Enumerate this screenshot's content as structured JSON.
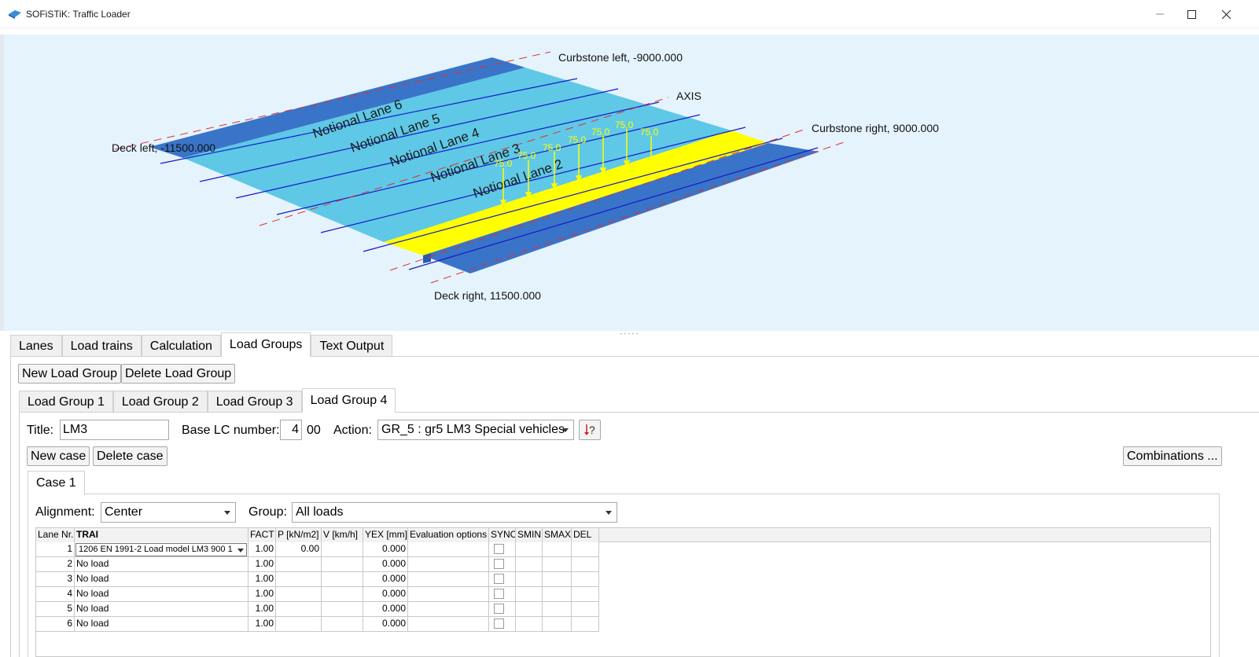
{
  "window": {
    "title": "SOFiSTiK: Traffic Loader"
  },
  "viewport": {
    "labels": {
      "curbstone_left": "Curbstone left, -9000.000",
      "axis": "AXIS",
      "curbstone_right": "Curbstone right, 9000.000",
      "deck_left": "Deck left, -11500.000",
      "deck_right": "Deck right, 11500.000"
    },
    "lanes": [
      "Notional Lane 6",
      "Notional Lane 5",
      "Notional Lane 4",
      "Notional Lane 3",
      "Notional Lane 2"
    ],
    "load_value": "75.0",
    "colors": {
      "background": "#e5f3fc",
      "deck": "#5ec8e6",
      "curb": "#3a74c8",
      "loaded_lane": "#ffff00",
      "lane_line": "#1818c8",
      "dashed_line": "#e03030"
    }
  },
  "main_tabs": [
    "Lanes",
    "Load trains",
    "Calculation",
    "Load Groups",
    "Text Output"
  ],
  "toolbar": {
    "new_group": "New Load Group",
    "delete_group": "Delete Load Group"
  },
  "group_tabs": [
    "Load Group 1",
    "Load Group 2",
    "Load Group 3",
    "Load Group 4"
  ],
  "form": {
    "title_label": "Title:",
    "title_value": "LM3",
    "base_lc_label": "Base LC number:",
    "base_lc_value": "4",
    "base_lc_suffix": "00",
    "action_label": "Action:",
    "action_value": "GR_5 : gr5 LM3 Special vehicles",
    "new_case": "New case",
    "delete_case": "Delete case",
    "combinations": "Combinations ..."
  },
  "case_tab": "Case 1",
  "case": {
    "alignment_label": "Alignment:",
    "alignment_value": "Center",
    "group_label": "Group:",
    "group_value": "All loads"
  },
  "table": {
    "headers": [
      "Lane Nr.",
      "TRAI",
      "FACT",
      "P [kN/m2]",
      "V [km/h]",
      "YEX [mm]",
      "Evaluation options",
      "SYNC",
      "SMIN",
      "SMAX",
      "DEL"
    ],
    "rows": [
      {
        "lane": "1",
        "trai": "1206 EN 1991-2 Load model LM3 900 1",
        "fact": "1.00",
        "p": "0.00",
        "v": "",
        "yex": "0.000"
      },
      {
        "lane": "2",
        "trai": "No load",
        "fact": "1.00",
        "p": "",
        "v": "",
        "yex": "0.000"
      },
      {
        "lane": "3",
        "trai": "No load",
        "fact": "1.00",
        "p": "",
        "v": "",
        "yex": "0.000"
      },
      {
        "lane": "4",
        "trai": "No load",
        "fact": "1.00",
        "p": "",
        "v": "",
        "yex": "0.000"
      },
      {
        "lane": "5",
        "trai": "No load",
        "fact": "1.00",
        "p": "",
        "v": "",
        "yex": "0.000"
      },
      {
        "lane": "6",
        "trai": "No load",
        "fact": "1.00",
        "p": "",
        "v": "",
        "yex": "0.000"
      }
    ]
  }
}
